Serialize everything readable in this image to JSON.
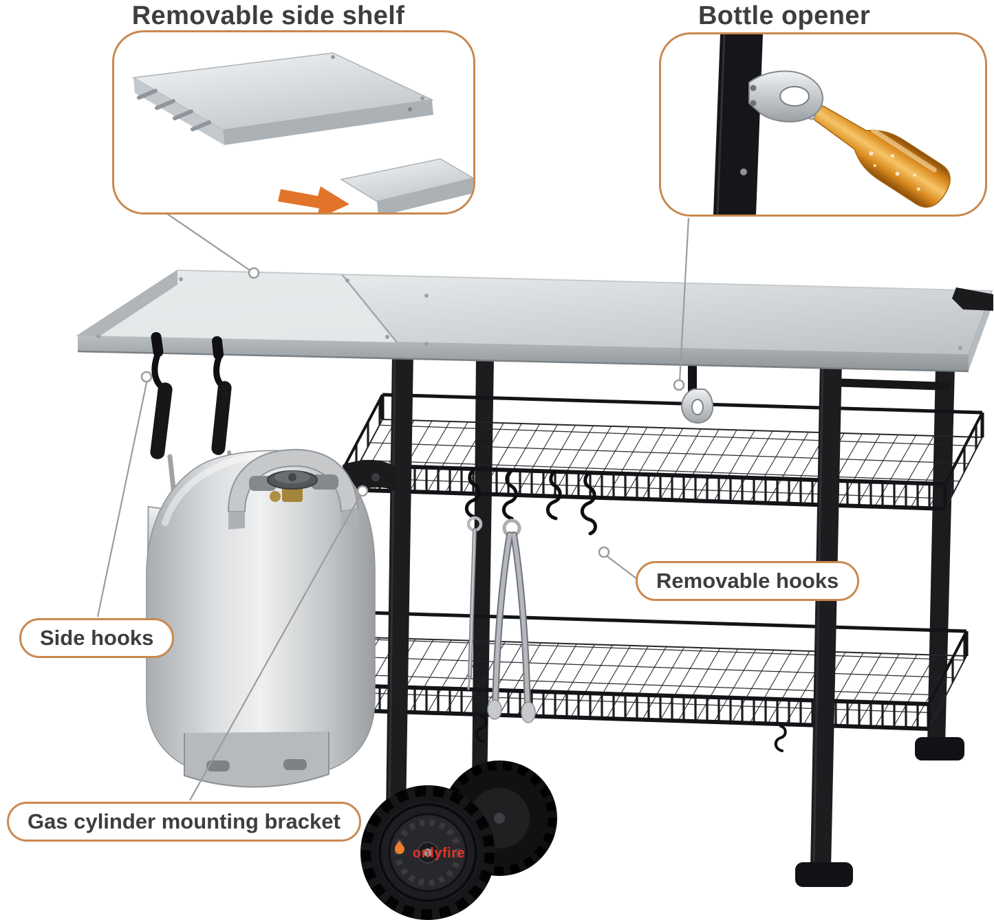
{
  "background": "#ffffff",
  "accents": {
    "callout_border": "#c9884f",
    "text_color": "#3e3e3e",
    "arrow_orange": "#e2742a",
    "brand_red": "#e23428"
  },
  "callouts": {
    "side_shelf": {
      "label": "Removable side shelf"
    },
    "bottle_opener": {
      "label": "Bottle opener"
    },
    "side_hooks": {
      "label": "Side hooks"
    },
    "removable_hooks": {
      "label": "Removable hooks"
    },
    "gas_bracket": {
      "label": "Gas cylinder mounting bracket"
    }
  },
  "brand": {
    "wheel_logo": "onlyfire"
  }
}
